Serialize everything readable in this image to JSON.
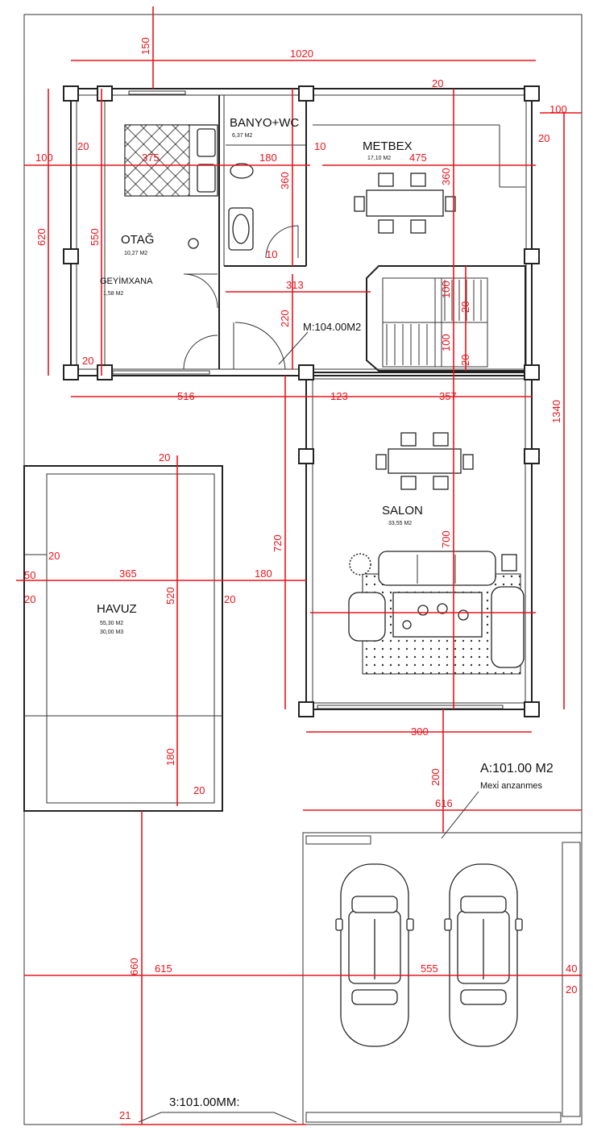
{
  "rooms": {
    "otag": {
      "name": "OTAĞ",
      "area": "10,27 M2"
    },
    "banyo": {
      "name": "BANYO+WC",
      "area": "6,37 M2"
    },
    "metbex": {
      "name": "METBEX",
      "area": "17,10 M2"
    },
    "salon": {
      "name": "SALON",
      "area": "33,55 M2"
    },
    "havuz": {
      "name": "HAVUZ",
      "area1": "55,30 M2",
      "area2": "30,00 M3"
    },
    "geyim": {
      "name": "GEYİMXANA",
      "area": "1,58 M2"
    }
  },
  "labels": {
    "hall": "M:104.00M2",
    "garage_area": "A:101.00 M2",
    "garage_sub": "Mexi̇ anzanmes",
    "bottom_area": "3:101.00MM:"
  },
  "dimensions": {
    "top_total": "1020",
    "top_offset": "150",
    "right_offset": "100",
    "right_20": "20",
    "left_100": "100",
    "left_20": "20",
    "left_20b": "20",
    "otag_w": "375",
    "banyo_w": "180",
    "banyo_10": "10",
    "metbex_w": "475",
    "metbex_20": "20",
    "otag_h": "620",
    "otag_h2": "550",
    "banyo_h": "360",
    "banyo_10b": "10",
    "corridor_w": "313",
    "corridor_h": "220",
    "stair_h1": "360",
    "stair_100a": "100",
    "stair_20": "20",
    "stair_100b": "100",
    "stair_20b": "20",
    "bottom_516": "516",
    "bottom_123": "123",
    "bottom_357": "357",
    "right_total": "1340",
    "salon_h": "720",
    "salon_h2": "700",
    "salon_w": "300",
    "pool_20a": "20",
    "pool_20b": "20",
    "pool_50": "50",
    "pool_20c": "20",
    "pool_w": "365",
    "pool_20d": "20",
    "pool_gap": "180",
    "pool_h": "520",
    "pool_180": "180",
    "pool_20e": "20",
    "garage_gap": "200",
    "garage_w": "616",
    "garage_h": "660",
    "garage_615": "615",
    "garage_555": "555",
    "garage_40": "40",
    "garage_20": "20",
    "bottom_21": "21"
  }
}
